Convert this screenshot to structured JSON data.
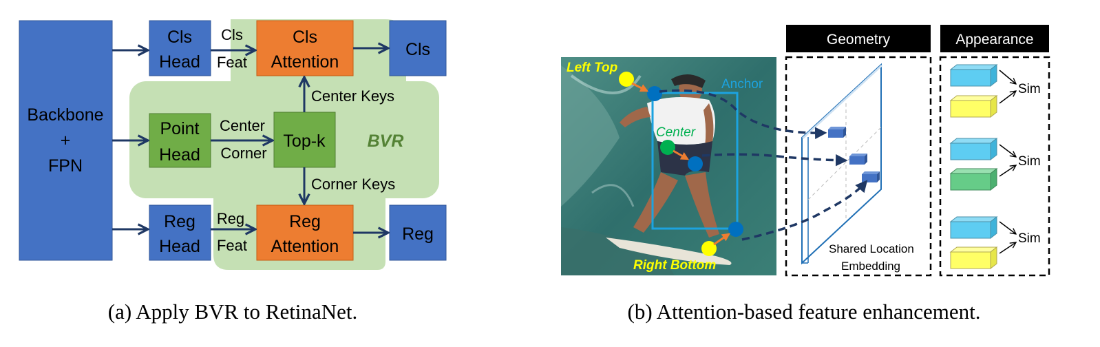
{
  "panel_a": {
    "backbone": {
      "line1": "Backbone",
      "line2": "+",
      "line3": "FPN"
    },
    "cls_head": {
      "line1": "Cls",
      "line2": "Head"
    },
    "cls_attention": {
      "line1": "Cls",
      "line2": "Attention"
    },
    "cls_out": "Cls",
    "cls_feat": {
      "line1": "Cls",
      "line2": "Feat"
    },
    "point_head": {
      "line1": "Point",
      "line2": "Head"
    },
    "center_label": "Center",
    "corner_label": "Corner",
    "topk": "Top-k",
    "bvr": "BVR",
    "center_keys": "Center Keys",
    "corner_keys": "Corner Keys",
    "reg_head": {
      "line1": "Reg",
      "line2": "Head"
    },
    "reg_feat": {
      "line1": "Reg",
      "line2": "Feat"
    },
    "reg_attention": {
      "line1": "Reg",
      "line2": "Attention"
    },
    "reg_out": "Reg",
    "caption": "(a) Apply BVR to RetinaNet."
  },
  "panel_b": {
    "left_top": "Left Top",
    "center": "Center",
    "right_bottom": "Right Bottom",
    "anchor": "Anchor",
    "geometry_header": "Geometry",
    "appearance_header": "Appearance",
    "shared_location": {
      "line1": "Shared Location",
      "line2": "Embedding"
    },
    "sim_labels": [
      "Sim",
      "Sim",
      "Sim"
    ],
    "caption": "(b) Attention-based feature enhancement."
  },
  "colors": {
    "blue_box": "#4472c4",
    "green_box": "#70ad47",
    "orange_box": "#ed7d31",
    "bvr_region": "#c5e0b4",
    "arrow": "#1f3864",
    "anchor": "#1ca3e0",
    "yellow_point": "#ffff00",
    "green_point": "#00b050",
    "blue_point": "#0070c0"
  }
}
